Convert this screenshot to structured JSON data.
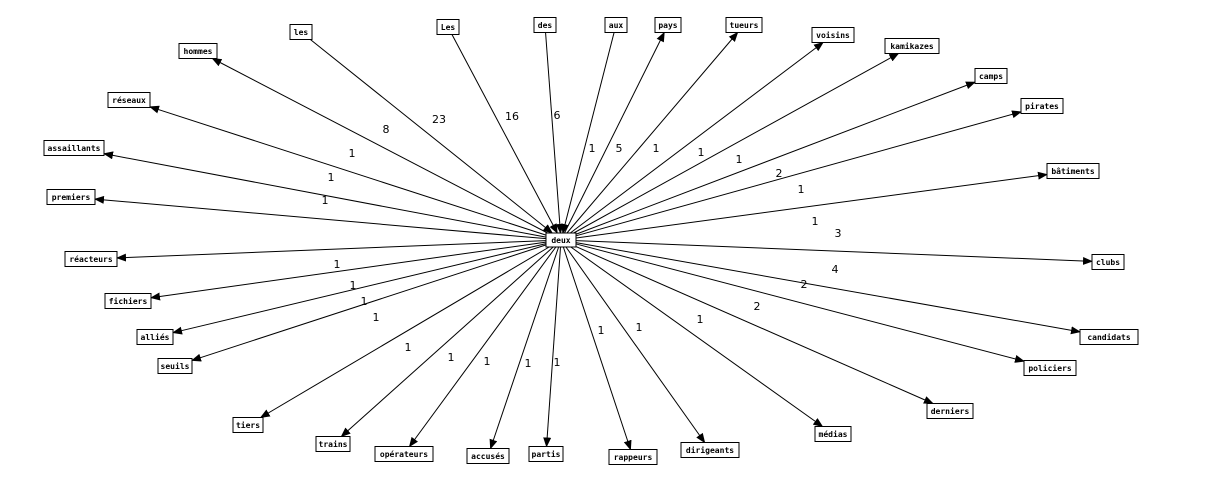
{
  "graph": {
    "center": {
      "id": "deux",
      "label": "deux"
    },
    "edges": [
      {
        "source": "les",
        "target": "deux",
        "weight": "23"
      },
      {
        "source": "Les",
        "target": "deux",
        "weight": "16"
      },
      {
        "source": "des",
        "target": "deux",
        "weight": "6"
      },
      {
        "source": "aux",
        "target": "deux",
        "weight": "1"
      },
      {
        "source": "deux",
        "target": "hommes",
        "weight": "8"
      },
      {
        "source": "deux",
        "target": "réseaux",
        "weight": "1"
      },
      {
        "source": "deux",
        "target": "assaillants",
        "weight": "1"
      },
      {
        "source": "deux",
        "target": "premiers",
        "weight": "1"
      },
      {
        "source": "deux",
        "target": "réacteurs",
        "weight": "1"
      },
      {
        "source": "deux",
        "target": "fichiers",
        "weight": "1"
      },
      {
        "source": "deux",
        "target": "alliés",
        "weight": "1"
      },
      {
        "source": "deux",
        "target": "seuils",
        "weight": "1"
      },
      {
        "source": "deux",
        "target": "tiers",
        "weight": "1"
      },
      {
        "source": "deux",
        "target": "trains",
        "weight": "1"
      },
      {
        "source": "deux",
        "target": "opérateurs",
        "weight": "1"
      },
      {
        "source": "deux",
        "target": "accusés",
        "weight": "1"
      },
      {
        "source": "deux",
        "target": "partis",
        "weight": "1"
      },
      {
        "source": "deux",
        "target": "rappeurs",
        "weight": "1"
      },
      {
        "source": "deux",
        "target": "dirigeants",
        "weight": "1"
      },
      {
        "source": "deux",
        "target": "médias",
        "weight": "1"
      },
      {
        "source": "deux",
        "target": "derniers",
        "weight": "2"
      },
      {
        "source": "deux",
        "target": "policiers",
        "weight": "2"
      },
      {
        "source": "deux",
        "target": "candidats",
        "weight": "4"
      },
      {
        "source": "deux",
        "target": "clubs",
        "weight": "3"
      },
      {
        "source": "deux",
        "target": "bâtiments",
        "weight": "1"
      },
      {
        "source": "deux",
        "target": "pirates",
        "weight": "1"
      },
      {
        "source": "deux",
        "target": "camps",
        "weight": "2"
      },
      {
        "source": "deux",
        "target": "kamikazes",
        "weight": "1"
      },
      {
        "source": "deux",
        "target": "voisins",
        "weight": "1"
      },
      {
        "source": "deux",
        "target": "tueurs",
        "weight": "1"
      },
      {
        "source": "deux",
        "target": "pays",
        "weight": "5"
      }
    ]
  }
}
